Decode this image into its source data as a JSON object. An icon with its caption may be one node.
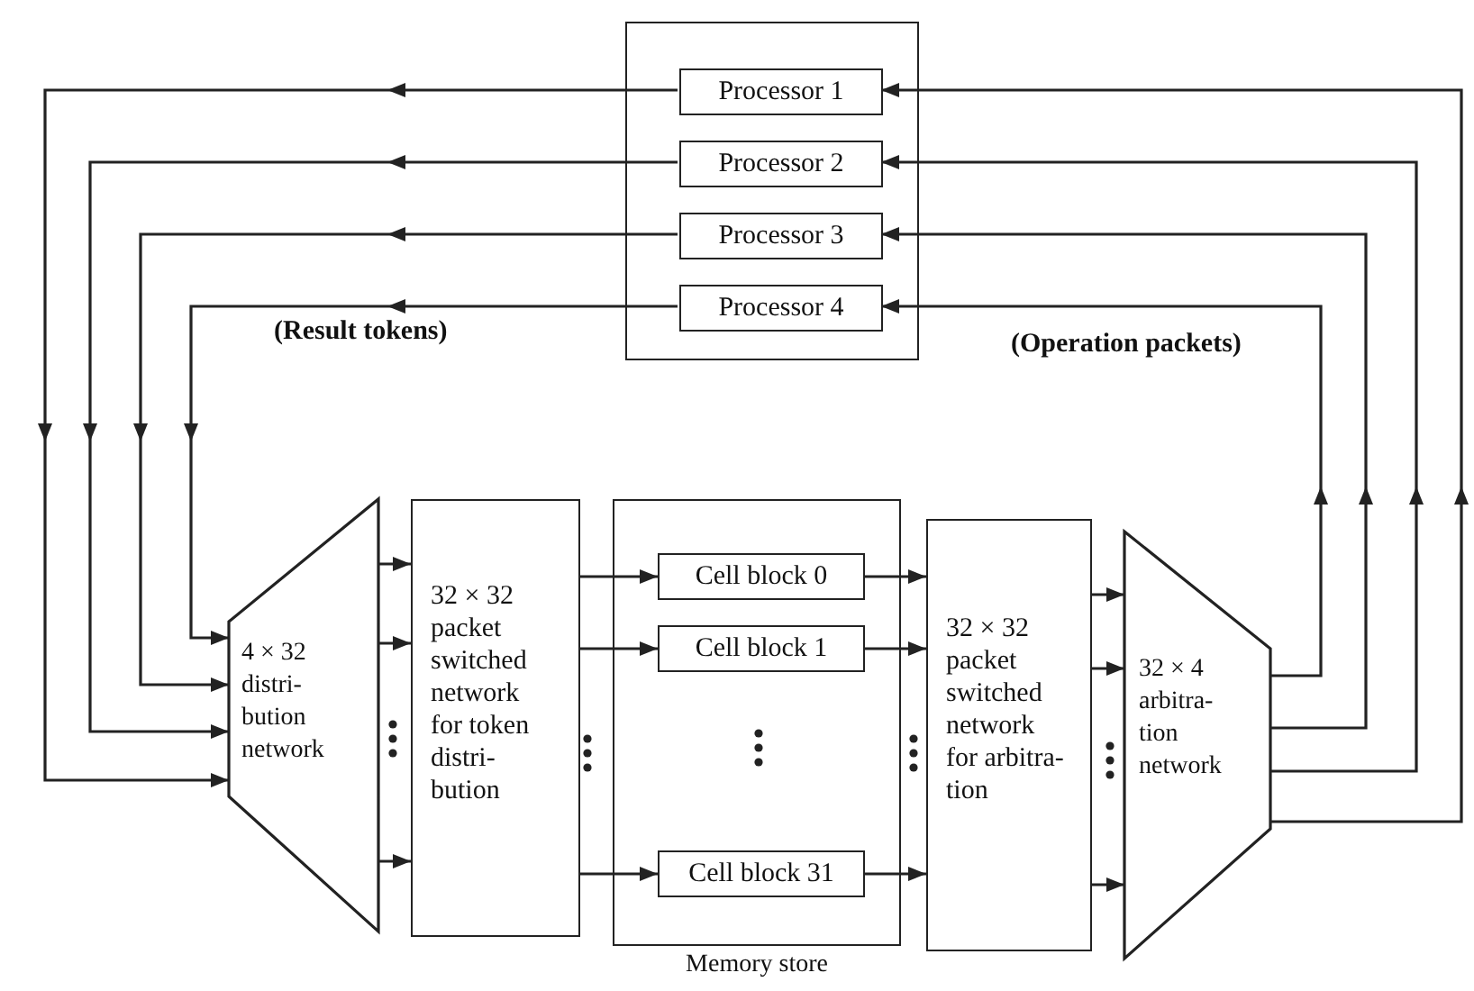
{
  "diagram": {
    "nodes": [
      {
        "text": [],
        "shape": "box"
      },
      {
        "text": [
          "Processor 1"
        ],
        "in": 0
      },
      {
        "text": [
          "Processor 2"
        ],
        "in": 0
      },
      {
        "text": [
          "Processor 3"
        ],
        "in": 0
      },
      {
        "text": [
          "Processor 4"
        ],
        "in": 0
      },
      {
        "text": [
          "4 × 32 distri- bution network"
        ]
      },
      {
        "text": [
          "32 × 32 packet switched network for token distri- bution"
        ]
      },
      {
        "text": [
          "Memory store"
        ]
      },
      {
        "text": [
          "Cell block 0"
        ],
        "in": 7
      },
      {
        "text": [
          "Cell block 1"
        ],
        "in": 7
      },
      {
        "text": [
          "Cell block 31"
        ],
        "in": 7
      },
      {
        "text": [
          "32 × 32 packet switched network for arbitra- tion"
        ]
      },
      {
        "text": [
          "32 × 4 arbitra- tion network"
        ]
      }
    ],
    "edges": [
      {
        "from": 1,
        "to": 5,
        "arrow": "to"
      },
      {
        "from": 2,
        "to": 5,
        "arrow": "to"
      },
      {
        "from": 3,
        "to": 5,
        "arrow": "to"
      },
      {
        "from": 4,
        "to": 5,
        "arrow": "to"
      },
      {
        "from": 5,
        "to": 6,
        "arrow": "to"
      },
      {
        "from": 5,
        "to": 6,
        "arrow": "to"
      },
      {
        "from": 5,
        "to": 6,
        "arrow": "to"
      },
      {
        "from": 6,
        "to": 8,
        "arrow": "to"
      },
      {
        "from": 6,
        "to": 9,
        "arrow": "to"
      },
      {
        "from": 6,
        "to": 10,
        "arrow": "to"
      },
      {
        "from": 8,
        "to": 11,
        "arrow": "to"
      },
      {
        "from": 9,
        "to": 11,
        "arrow": "to"
      },
      {
        "from": 10,
        "to": 11,
        "arrow": "to"
      },
      {
        "from": 11,
        "to": 12,
        "arrow": "to"
      },
      {
        "from": 11,
        "to": 12,
        "arrow": "to"
      },
      {
        "from": 11,
        "to": 12,
        "arrow": "to"
      },
      {
        "from": 12,
        "to": 4,
        "arrow": "to"
      },
      {
        "from": 12,
        "to": 3,
        "arrow": "to"
      },
      {
        "from": 12,
        "to": 2,
        "arrow": "to"
      },
      {
        "from": 12,
        "to": 1,
        "arrow": "to"
      }
    ],
    "labels": [
      "(Result tokens)",
      "(Operation packets)"
    ]
  }
}
